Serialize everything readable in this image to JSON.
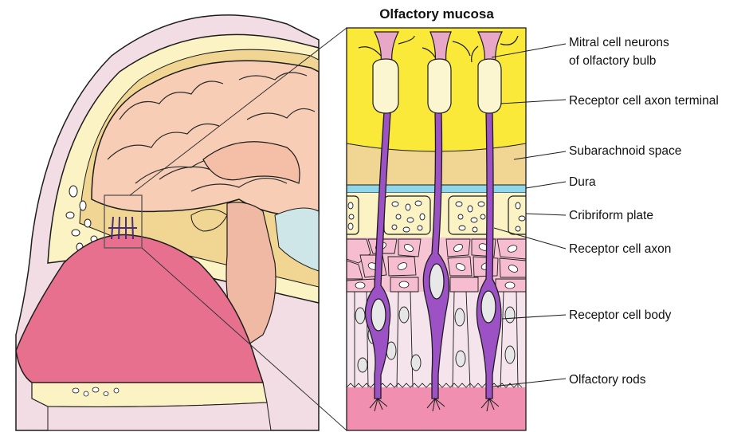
{
  "diagram": {
    "title": "Olfactory mucosa",
    "labels": {
      "mitral_line1": "Mitral cell neurons",
      "mitral_line2": "of olfactory bulb",
      "axon_terminal": "Receptor cell axon terminal",
      "subarachnoid": "Subarachnoid space",
      "dura": "Dura",
      "cribriform": "Cribriform plate",
      "axon": "Receptor cell axon",
      "cell_body": "Receptor cell body",
      "rods": "Olfactory rods"
    }
  },
  "colors": {
    "bulb": "#fbe93a",
    "subarachnoid": "#f1d592",
    "dura": "#8fd6ea",
    "cribriform": "#fbf3c4",
    "mucosa": "#f7c4d4",
    "epithelium": "#f5e4ec",
    "rods": "#f08fb0",
    "receptor_neuron": "#9c52c4",
    "mitral_cell": "#fbf6d0",
    "brain": "#f8cdb6",
    "nasal_cavity": "#e8708f",
    "outline": "#1c1c1c"
  }
}
